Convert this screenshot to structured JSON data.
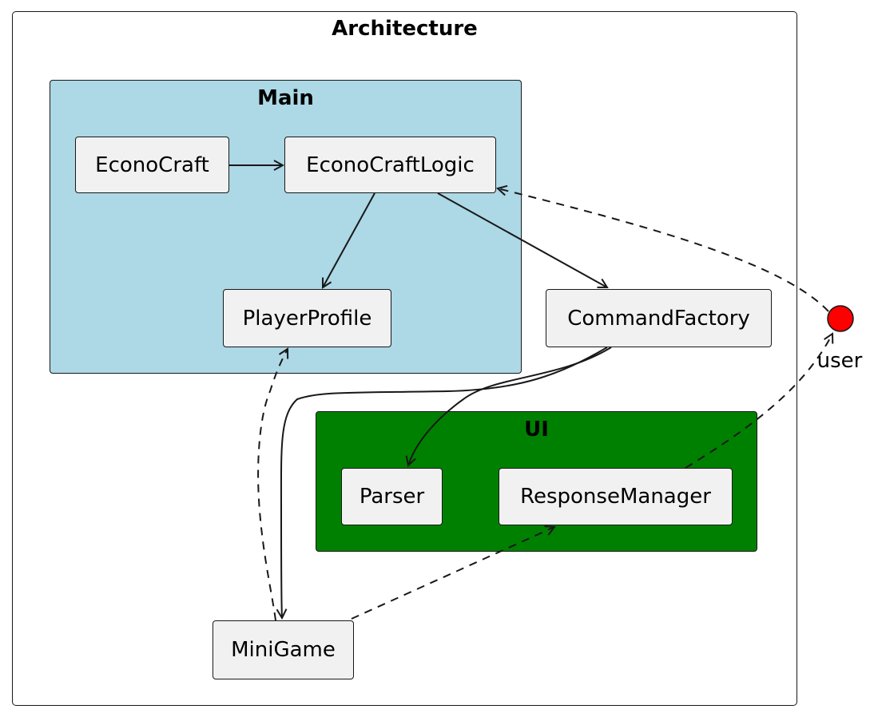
{
  "diagram": {
    "title": "Architecture",
    "packages": {
      "main": {
        "title": "Main",
        "fill": "#ADD8E6"
      },
      "ui": {
        "title": "UI",
        "fill": "#008000"
      }
    },
    "nodes": {
      "econocraft": "EconoCraft",
      "econocraft_logic": "EconoCraftLogic",
      "player_profile": "PlayerProfile",
      "command_factory": "CommandFactory",
      "parser": "Parser",
      "response_manager": "ResponseManager",
      "minigame": "MiniGame"
    },
    "actor": {
      "label": "user",
      "color": "#FF0000"
    },
    "edges": [
      {
        "from": "EconoCraft",
        "to": "EconoCraftLogic",
        "style": "solid"
      },
      {
        "from": "EconoCraftLogic",
        "to": "PlayerProfile",
        "style": "solid"
      },
      {
        "from": "EconoCraftLogic",
        "to": "CommandFactory",
        "style": "solid"
      },
      {
        "from": "CommandFactory",
        "to": "Parser",
        "style": "solid"
      },
      {
        "from": "CommandFactory",
        "to": "MiniGame",
        "style": "solid"
      },
      {
        "from": "MiniGame",
        "to": "PlayerProfile",
        "style": "dashed"
      },
      {
        "from": "MiniGame",
        "to": "ResponseManager",
        "style": "dashed"
      },
      {
        "from": "ResponseManager",
        "to": "user",
        "style": "dashed"
      },
      {
        "from": "user",
        "to": "EconoCraftLogic",
        "style": "dashed"
      }
    ]
  }
}
